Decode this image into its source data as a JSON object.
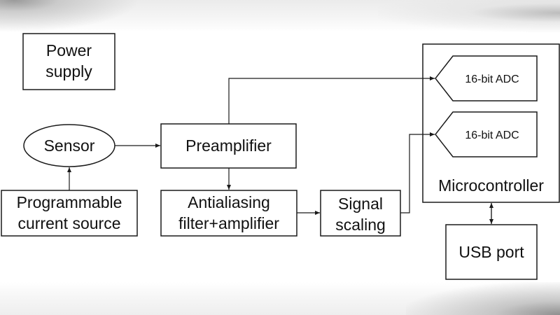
{
  "diagram": {
    "power_supply": [
      "Power",
      "supply"
    ],
    "sensor": "Sensor",
    "current_source": [
      "Programmable",
      "current source"
    ],
    "preamplifier": "Preamplifier",
    "antialiasing": [
      "Antialiasing",
      "filter+amplifier"
    ],
    "signal_scaling": [
      "Signal",
      "scaling"
    ],
    "adc_1": "16-bit ADC",
    "adc_2": "16-bit ADC",
    "microcontroller": "Microcontroller",
    "usb_port": "USB port"
  }
}
